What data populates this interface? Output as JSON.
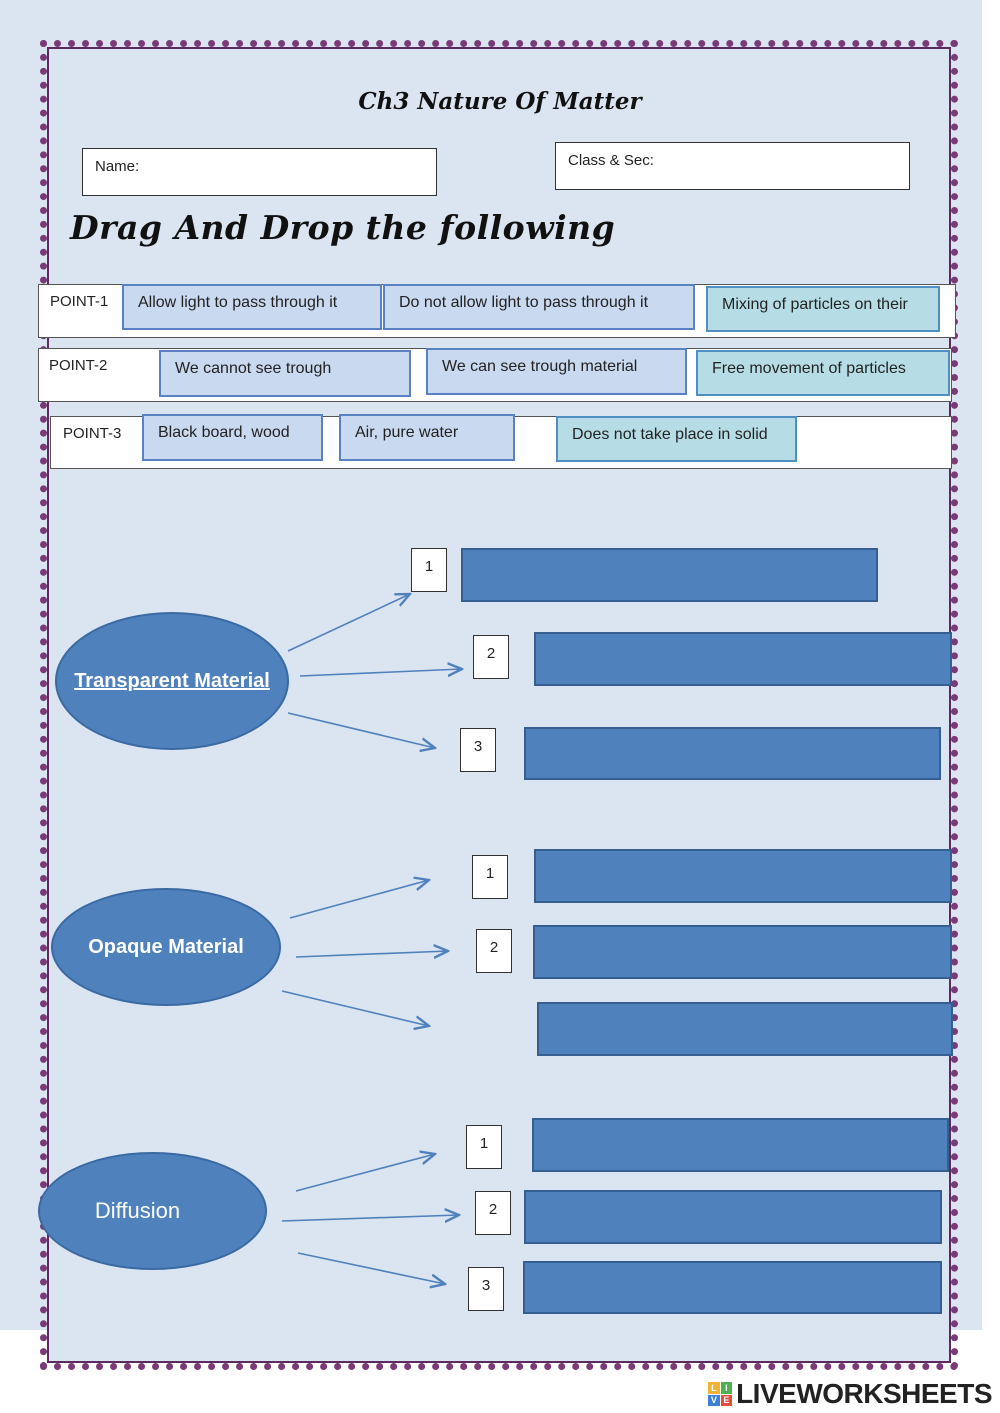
{
  "title": "Ch3 Nature Of Matter",
  "fields": {
    "name_label": "Name:",
    "class_label": "Class & Sec:"
  },
  "heading": "Drag And Drop the following",
  "points": [
    {
      "label": "POINT-1",
      "chips": [
        "Allow light to pass through it",
        "Do not allow light to pass through it",
        "Mixing of particles on their"
      ]
    },
    {
      "label": "POINT-2",
      "chips": [
        "We cannot see trough",
        "We can see trough material",
        "Free movement of particles"
      ]
    },
    {
      "label": "POINT-3",
      "chips": [
        "Black board,  wood",
        "Air, pure water",
        "Does not take place in solid"
      ]
    }
  ],
  "groups": [
    {
      "label": "Transparent Material",
      "numbers": [
        "1",
        "2",
        "3"
      ]
    },
    {
      "label": "Opaque Material",
      "numbers": [
        "1",
        "2",
        ""
      ]
    },
    {
      "label": "Diffusion",
      "numbers": [
        "1",
        "2",
        "3"
      ]
    }
  ],
  "brand": {
    "text": "LIVEWORKSHEETS",
    "logo_letters": [
      "L",
      "I",
      "V",
      "E"
    ],
    "colors": [
      "#f2b233",
      "#4caf50",
      "#3f7fd6",
      "#e84a3c"
    ]
  },
  "colors": {
    "accent": "#4f81bd",
    "chip": "#c9d9f0",
    "chip_teal": "#b6dde6",
    "border": "#7a3a78",
    "page": "#dbe4f1"
  }
}
